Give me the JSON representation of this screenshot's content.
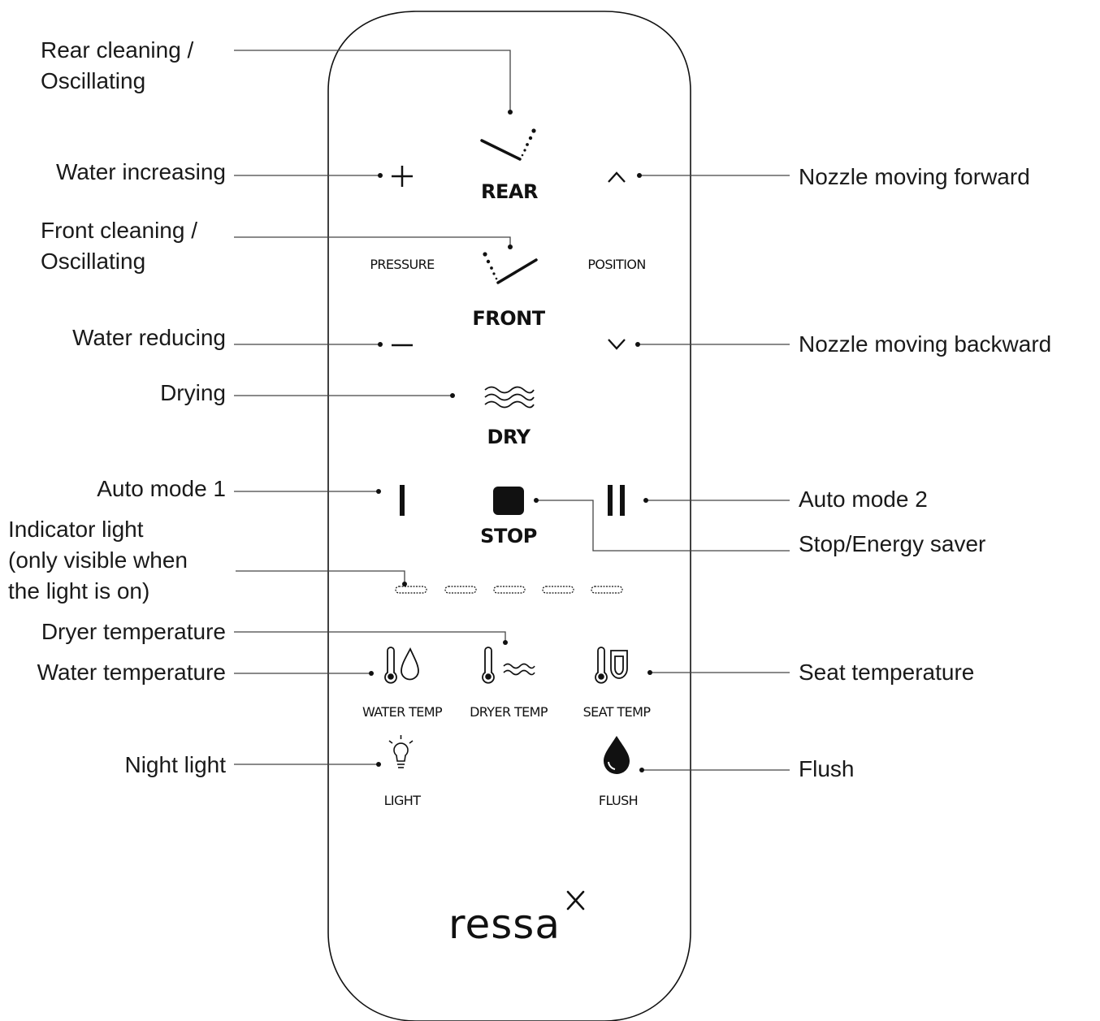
{
  "callouts": {
    "rear_cleaning": [
      "Rear cleaning /",
      "Oscillating"
    ],
    "water_increasing": "Water increasing",
    "front_cleaning": [
      "Front cleaning /",
      "Oscillating"
    ],
    "water_reducing": "Water reducing",
    "drying": "Drying",
    "auto_mode_1": "Auto mode 1",
    "indicator_light": [
      "Indicator light",
      "(only visible when",
      "the light is on)"
    ],
    "dryer_temperature": "Dryer temperature",
    "water_temperature": "Water temperature",
    "night_light": "Night light",
    "nozzle_forward": "Nozzle moving forward",
    "nozzle_backward": "Nozzle moving backward",
    "auto_mode_2": "Auto mode 2",
    "stop_energy_saver": "Stop/Energy saver",
    "seat_temperature": "Seat temperature",
    "flush": "Flush"
  },
  "remote": {
    "rear": "REAR",
    "pressure": "PRESSURE",
    "position": "POSITION",
    "front": "FRONT",
    "dry": "DRY",
    "stop": "STOP",
    "water_temp": "WATER TEMP",
    "dryer_temp": "DRYER TEMP",
    "seat_temp": "SEAT TEMP",
    "light": "LIGHT",
    "flush": "FLUSH",
    "brand": "ressa"
  },
  "icons": {
    "rear_button": "rear-spray-icon",
    "front_button": "front-spray-icon",
    "pressure_up": "plus-icon",
    "pressure_down": "minus-icon",
    "position_up": "chevron-up-icon",
    "position_down": "chevron-down-icon",
    "dry_button": "wave-icon",
    "auto_1": "auto-mode-1-icon",
    "auto_2": "auto-mode-2-icon",
    "stop_button": "stop-square-icon",
    "water_temp": "thermometer-droplet-icon",
    "dryer_temp": "thermometer-wave-icon",
    "seat_temp": "thermometer-seat-icon",
    "light": "lightbulb-icon",
    "flush": "water-drop-icon",
    "brand_mark": "x-mark-icon"
  },
  "colors": {
    "ink": "#111111",
    "line": "#444444",
    "background": "#ffffff"
  }
}
